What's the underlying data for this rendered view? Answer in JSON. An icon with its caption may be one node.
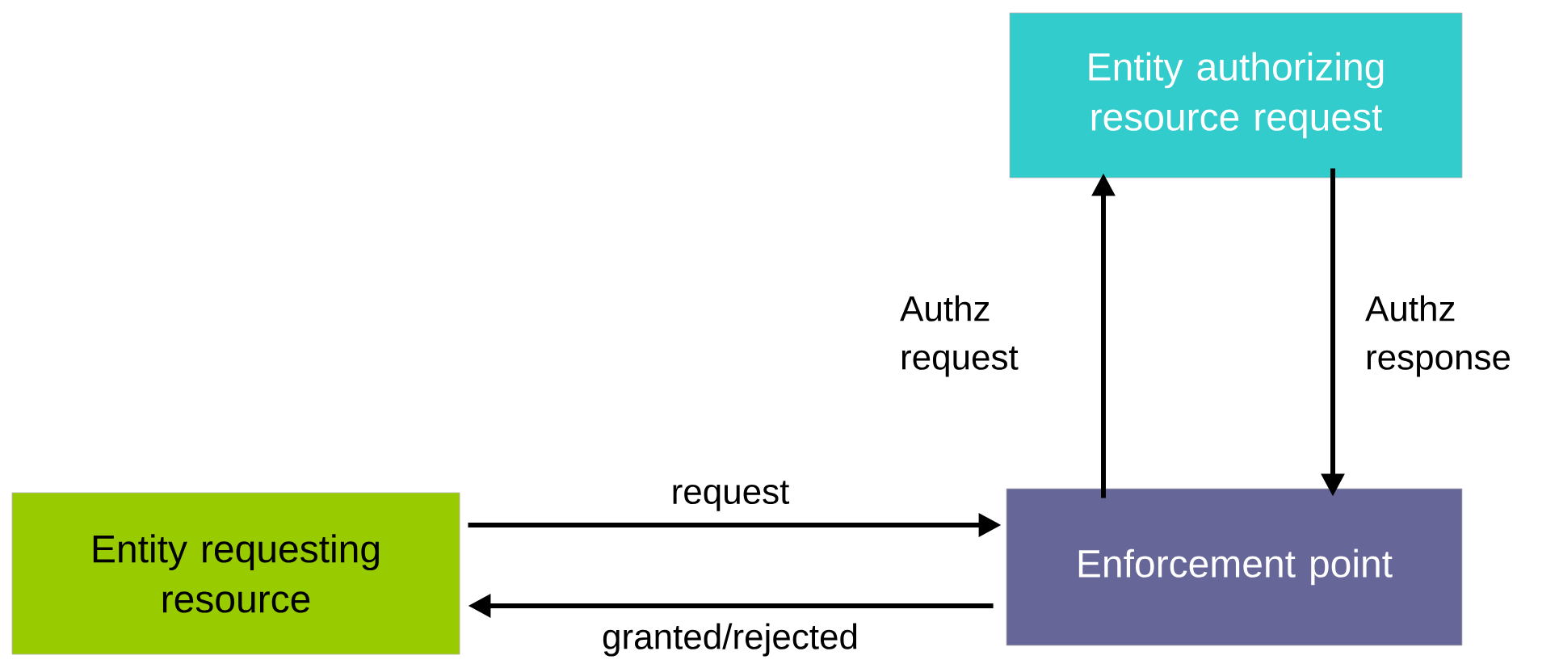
{
  "diagram": {
    "nodes": [
      {
        "text": [
          "Entity authorizing resource request"
        ]
      },
      {
        "text": [
          "Entity requesting resource"
        ]
      },
      {
        "text": [
          "Enforcement point"
        ]
      }
    ],
    "edges": [
      {
        "from": 1,
        "to": 2,
        "arrow": "to",
        "label": "request"
      },
      {
        "from": 2,
        "to": 1,
        "arrow": "to",
        "label": "granted/rejected"
      },
      {
        "from": 2,
        "to": 0,
        "arrow": "to",
        "label": "Authz request"
      },
      {
        "from": 0,
        "to": 2,
        "arrow": "to",
        "label": "Authz response"
      }
    ]
  }
}
